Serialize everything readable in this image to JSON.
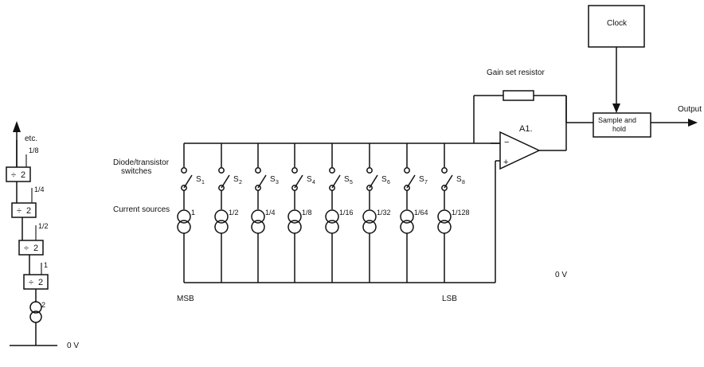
{
  "left_chain": {
    "top_label": "etc.",
    "divider_symbol": "÷",
    "divider_value": "2",
    "ratio_labels": [
      "1/8",
      "1/4",
      "1/2",
      "1"
    ],
    "source_label": "2",
    "ground_label": "0 V"
  },
  "main": {
    "switch_group_label": [
      "Diode/transistor",
      "switches"
    ],
    "current_sources_label": "Current sources",
    "switch_labels": [
      "S",
      "S",
      "S",
      "S",
      "S",
      "S",
      "S",
      "S"
    ],
    "switch_subscripts": [
      "1",
      "2",
      "3",
      "4",
      "5",
      "6",
      "7",
      "8"
    ],
    "source_values": [
      "1",
      "1/2",
      "1/4",
      "1/8",
      "1/16",
      "1/32",
      "1/64",
      "1/128"
    ],
    "msb_label": "MSB",
    "lsb_label": "LSB",
    "ground_label": "0 V",
    "gain_resistor_label": "Gain set resistor",
    "amp_label": "A1.",
    "amp_minus": "−",
    "amp_plus": "+",
    "sample_hold_label": [
      "Sample and",
      "hold"
    ],
    "clock_label": "Clock",
    "output_label": "Output"
  }
}
